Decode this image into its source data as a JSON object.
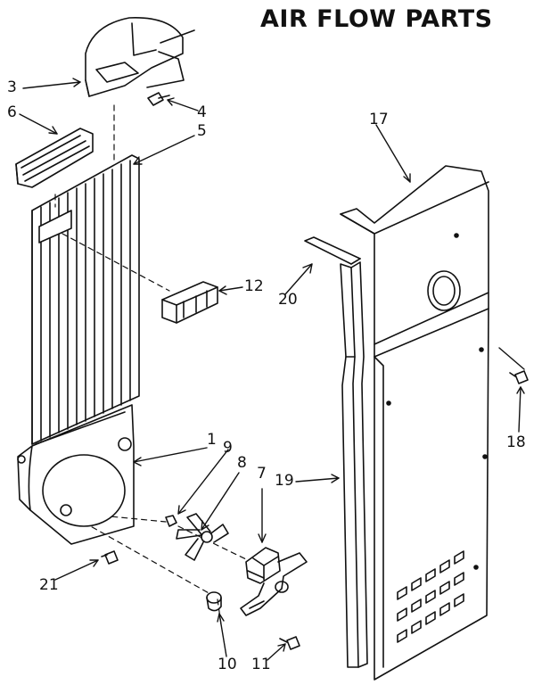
{
  "title": "AIR FLOW PARTS",
  "colors": {
    "ink": "#111111",
    "paper": "#ffffff"
  },
  "callouts": {
    "c1": "1",
    "c3": "3",
    "c4": "4",
    "c5": "5",
    "c6": "6",
    "c7": "7",
    "c8": "8",
    "c9": "9",
    "c10": "10",
    "c11": "11",
    "c12": "12",
    "c17": "17",
    "c18": "18",
    "c19": "19",
    "c20": "20",
    "c21": "21"
  }
}
